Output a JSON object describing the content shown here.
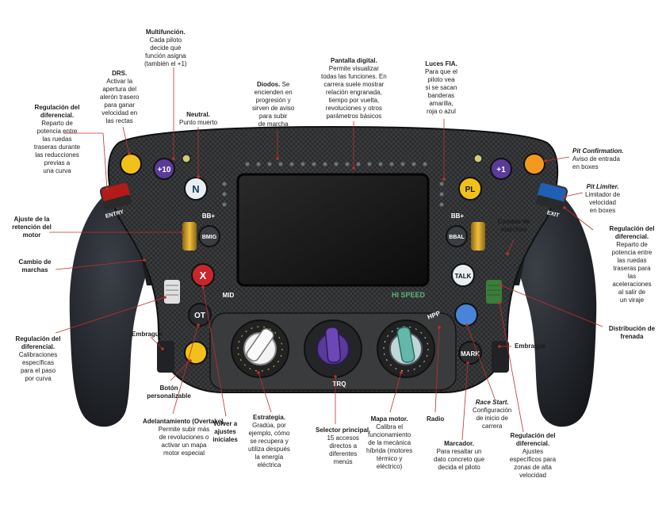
{
  "steering": {
    "buttons": {
      "plus10": "+10",
      "neutral": "N",
      "x": "X",
      "ot": "OT",
      "plus1": "+1",
      "pl": "PL",
      "talk": "TALK",
      "mark": "MARK",
      "bb_left": "BB+",
      "bmig": "BMIG",
      "bb_right": "BB+",
      "bbal": "BBAL",
      "mid": "MID",
      "hi_speed": "HI SPEED",
      "entry": "ENTRY",
      "exit": "EXIT",
      "trq": "TRQ",
      "hpp": "HPP"
    }
  },
  "labels": {
    "multifuncion": {
      "title": "Multifunción.",
      "lines": [
        "Cada piloto",
        "decide qué",
        "función asigna",
        "(también el +1)"
      ]
    },
    "drs": {
      "title": "DRS.",
      "lines": [
        "Activar la",
        "apertura del",
        "alerón trasero",
        "para ganar",
        "velocidad en",
        "las rectas"
      ]
    },
    "diodos": {
      "title": "Diodos.",
      "lines": [
        "Se",
        "encienden en",
        "progresión y",
        "sirven de aviso",
        "para subir",
        "de marcha"
      ]
    },
    "pantalla": {
      "title": "Pantalla digital.",
      "lines": [
        "Permite visualizar",
        "todas las funciones. En",
        "carrera suele mostrar",
        "relación engranada,",
        "tiempo por vuelta,",
        "revoluciones y otros",
        "parámetros básicos"
      ]
    },
    "luces_fia": {
      "title": "Luces FIA.",
      "lines": [
        "Para que el",
        "piloto vea",
        "si se sacan",
        "banderas",
        "amarilla,",
        "roja o azul"
      ]
    },
    "neutral": {
      "title": "Neutral.",
      "lines": [
        "Punto muerto"
      ]
    },
    "reg_dif_1": {
      "title": "Regulación del diferencial.",
      "lines": [
        "Reparto de",
        "potencia entre",
        "las ruedas",
        "traseras durante",
        "las reducciones",
        "previas a",
        "una curva"
      ]
    },
    "pit_confirmation": {
      "title": "Pit Confirmation.",
      "lines": [
        "Aviso de entrada",
        "en boxes"
      ]
    },
    "pit_limiter": {
      "title": "Pit Limiter.",
      "lines": [
        "Limitador de",
        "velocidad",
        "en boxes"
      ]
    },
    "ajuste_retencion": {
      "title": "Ajuste de la retención del motor",
      "lines": []
    },
    "cambio_izq": {
      "title": "Cambio de marchas",
      "lines": []
    },
    "cambio_der": {
      "title": "Cambio de marchas",
      "lines": []
    },
    "reg_dif_der": {
      "title": "Regulación del diferencial.",
      "lines": [
        "Reparto de",
        "potencia entre",
        "las ruedas",
        "traseras para",
        "las",
        "aceleraciones",
        "al salir de",
        "un viraje"
      ]
    },
    "reg_dif_izq": {
      "title": "Regulación del diferencial.",
      "lines": [
        "Calibraciones",
        "específicas",
        "para el paso",
        "por curva"
      ]
    },
    "embrague_izq": {
      "title": "Embrague",
      "lines": []
    },
    "embrague_der": {
      "title": "Embrague",
      "lines": []
    },
    "distribucion": {
      "title": "Distribución de frenada",
      "lines": []
    },
    "boton_pers": {
      "title": "Botón personalizable",
      "lines": []
    },
    "adelantamiento": {
      "title": "Adelantamiento (Overtake).",
      "lines": [
        "Permite subir más",
        "de revoluciones o",
        "activar un mapa",
        "motor especial"
      ]
    },
    "volver": {
      "title": "Volver a ajustes iniciales",
      "lines": []
    },
    "estrategia": {
      "title": "Estrategia.",
      "lines": [
        "Gradúa, por",
        "ejemplo, cómo",
        "se recupera y",
        "utiliza después",
        "la energía",
        "eléctrica"
      ]
    },
    "selector": {
      "title": "Selector principal.",
      "lines": [
        "15 accesos",
        "directos a",
        "diferentes",
        "menús"
      ]
    },
    "mapa_motor": {
      "title": "Mapa motor.",
      "lines": [
        "Calibra el",
        "funcionamiento",
        "de la mecánica",
        "híbrida (motores",
        "térmico y",
        "eléctrico)"
      ]
    },
    "radio": {
      "title": "Radio",
      "lines": []
    },
    "race_start": {
      "title": "Race Start.",
      "lines": [
        "Configuración",
        "de inicio de",
        "carrera"
      ]
    },
    "marcador": {
      "title": "Marcador.",
      "lines": [
        "Para resaltar un",
        "dato concreto que",
        "decida el piloto"
      ]
    },
    "reg_dif_zonas": {
      "title": "Regulación del diferencial.",
      "lines": [
        "Ajustes",
        "específicos para",
        "zonas de alta",
        "velocidad"
      ]
    }
  }
}
